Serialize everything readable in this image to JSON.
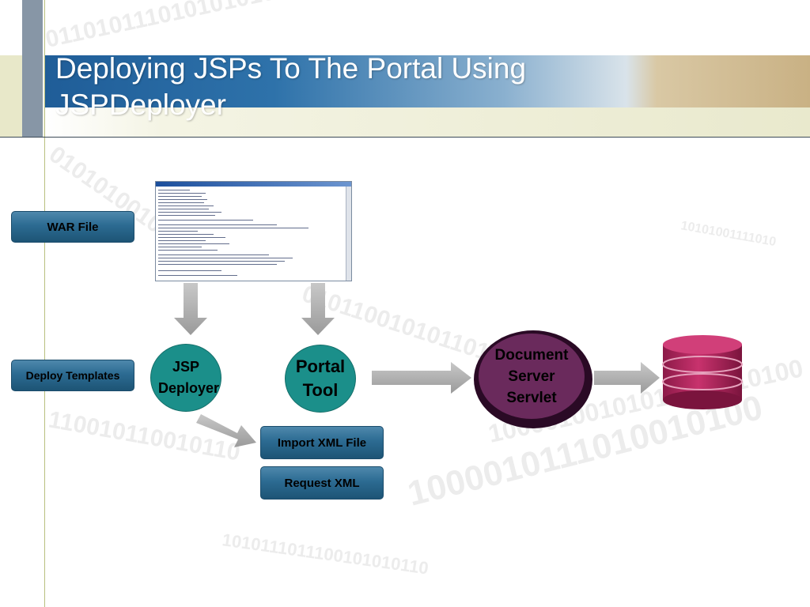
{
  "slide": {
    "title": "Deploying JSPs To The Portal Using JSPDeployer"
  },
  "nodes": {
    "war_file": "WAR File",
    "deploy_templates": "Deploy Templates",
    "jsp_deployer": "JSP Deployer",
    "portal_tool": "Portal Tool",
    "document_server_servlet": "Document Server Servlet",
    "import_xml_file": "Import XML File",
    "request_xml": "Request XML"
  },
  "colors": {
    "pill_blue": "#2c6b92",
    "teal": "#1b8f8a",
    "purple": "#6a2a5c",
    "database": "#b3245e",
    "arrow_gray": "#b3b3b3"
  }
}
